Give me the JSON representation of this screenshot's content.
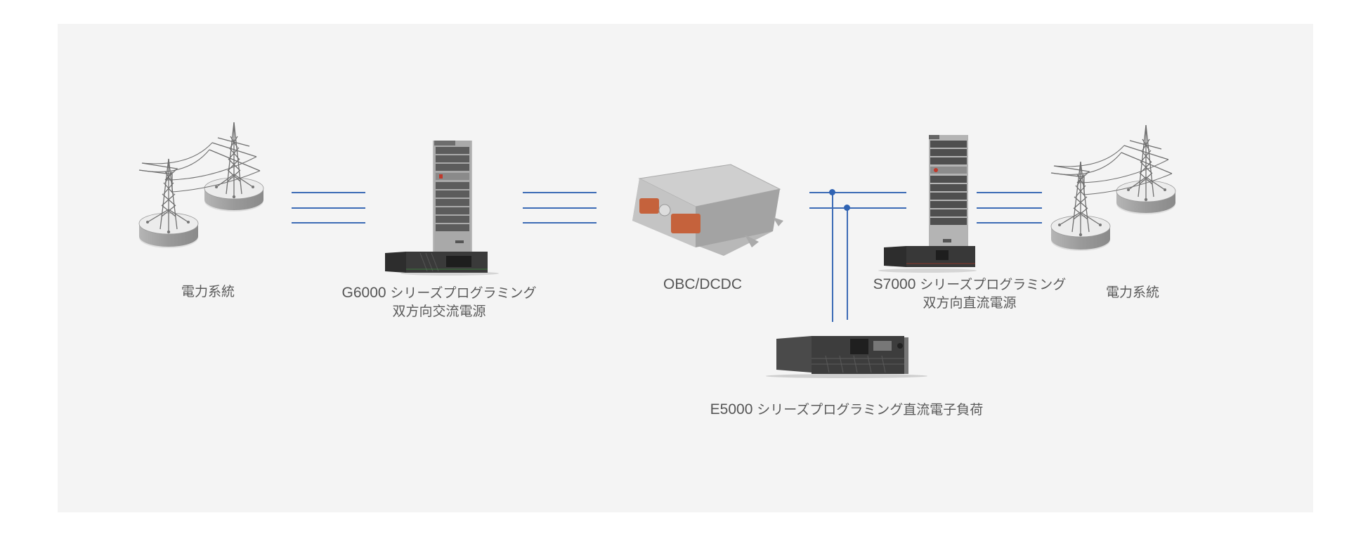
{
  "diagram": {
    "nodes": [
      {
        "id": "grid-left",
        "label": "電力系統",
        "icon": "power-transmission-tower-icon"
      },
      {
        "id": "g6000",
        "label_model": "G6000",
        "label_line1": "シリーズプログラミング",
        "label_line2": "双方向交流電源",
        "icon": "ac-power-supply-rack-icon"
      },
      {
        "id": "obc",
        "label": "OBC/DCDC",
        "icon": "obc-dcdc-converter-icon"
      },
      {
        "id": "s7000",
        "label_model": "S7000",
        "label_line1": "シリーズプログラミング",
        "label_line2": "双方向直流電源",
        "icon": "dc-power-supply-rack-icon"
      },
      {
        "id": "grid-right",
        "label": "電力系統",
        "icon": "power-transmission-tower-icon"
      },
      {
        "id": "e5000",
        "label_model": "E5000",
        "label_line1": "シリーズプログラミング直流電子負荷",
        "icon": "dc-electronic-load-icon"
      }
    ],
    "edges": [
      {
        "from": "grid-left",
        "to": "g6000",
        "conductors": 3
      },
      {
        "from": "g6000",
        "to": "obc",
        "conductors": 3
      },
      {
        "from": "obc",
        "to": "s7000",
        "conductors": 2
      },
      {
        "from": "s7000",
        "to": "grid-right",
        "conductors": 3
      },
      {
        "from": "obc-s7000-bus",
        "to": "e5000",
        "conductors": 2
      }
    ],
    "colors": {
      "wire": "#3c6bb5",
      "background": "#f4f4f4",
      "label": "#555555"
    }
  }
}
